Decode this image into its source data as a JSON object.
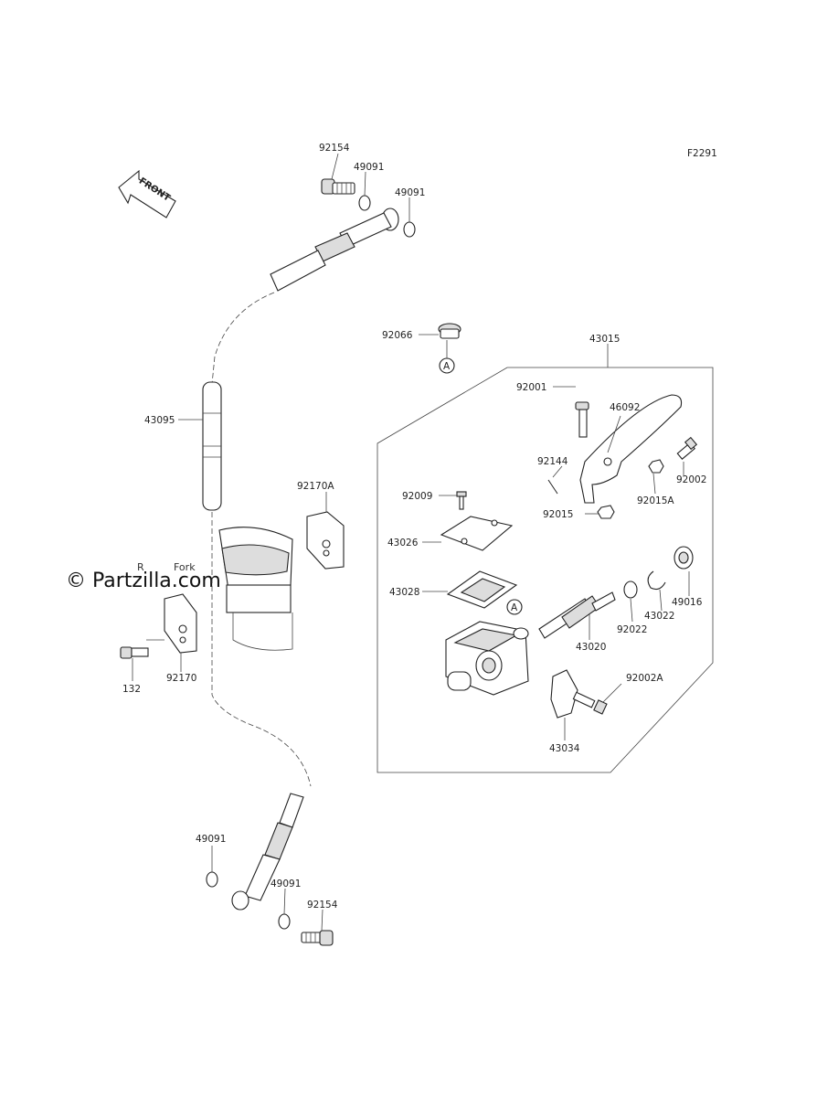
{
  "figure_id": "F2291",
  "front_label": "FRONT",
  "watermark": "© Partzilla.com",
  "fork_text": "Fork",
  "fork_prefix": "R",
  "callout_marker": "A",
  "part_labels": {
    "p92154_top": "92154",
    "p49091_a": "49091",
    "p49091_b": "49091",
    "p92066": "92066",
    "p43015": "43015",
    "p43095": "43095",
    "p92001": "92001",
    "p46092": "46092",
    "p92144": "92144",
    "p92002": "92002",
    "p92015A": "92015A",
    "p92009": "92009",
    "p92015": "92015",
    "p92170A": "92170A",
    "p43026": "43026",
    "p43028": "43028",
    "p49016": "49016",
    "p43022": "43022",
    "p92022": "92022",
    "p43020": "43020",
    "p92002A": "92002A",
    "p43034": "43034",
    "p132": "132",
    "p92170": "92170",
    "p49091_c": "49091",
    "p49091_d": "49091",
    "p92154_bot": "92154"
  }
}
